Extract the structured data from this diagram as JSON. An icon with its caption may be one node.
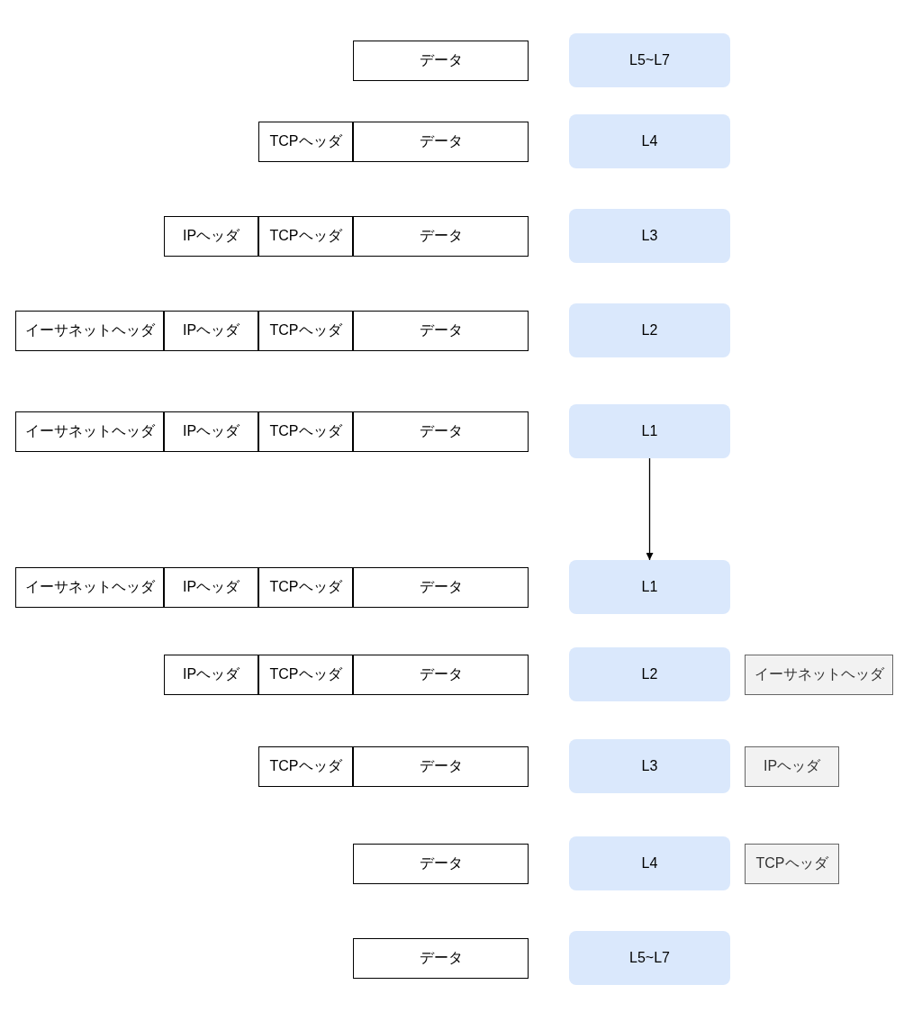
{
  "diagram": {
    "nodes": [
      {
        "text": [
          "データ"
        ]
      },
      {
        "text": [
          "L5~L7"
        ]
      },
      {
        "text": [
          "TCPヘッダ"
        ]
      },
      {
        "text": [
          "データ"
        ]
      },
      {
        "text": [
          "L4"
        ]
      },
      {
        "text": [
          "IPヘッダ"
        ]
      },
      {
        "text": [
          "TCPヘッダ"
        ]
      },
      {
        "text": [
          "データ"
        ]
      },
      {
        "text": [
          "L3"
        ]
      },
      {
        "text": [
          "イーサネットヘッダ"
        ]
      },
      {
        "text": [
          "IPヘッダ"
        ]
      },
      {
        "text": [
          "TCPヘッダ"
        ]
      },
      {
        "text": [
          "データ"
        ]
      },
      {
        "text": [
          "L2"
        ]
      },
      {
        "text": [
          "イーサネットヘッダ"
        ]
      },
      {
        "text": [
          "IPヘッダ"
        ]
      },
      {
        "text": [
          "TCPヘッダ"
        ]
      },
      {
        "text": [
          "データ"
        ]
      },
      {
        "text": [
          "L1"
        ]
      },
      {
        "text": [
          "イーサネットヘッダ"
        ]
      },
      {
        "text": [
          "IPヘッダ"
        ]
      },
      {
        "text": [
          "TCPヘッダ"
        ]
      },
      {
        "text": [
          "データ"
        ]
      },
      {
        "text": [
          "L1"
        ]
      },
      {
        "text": [
          "IPヘッダ"
        ]
      },
      {
        "text": [
          "TCPヘッダ"
        ]
      },
      {
        "text": [
          "データ"
        ]
      },
      {
        "text": [
          "L2"
        ]
      },
      {
        "text": [
          "イーサネットヘッダ"
        ]
      },
      {
        "text": [
          "TCPヘッダ"
        ]
      },
      {
        "text": [
          "データ"
        ]
      },
      {
        "text": [
          "L3"
        ]
      },
      {
        "text": [
          "IPヘッダ"
        ]
      },
      {
        "text": [
          "データ"
        ]
      },
      {
        "text": [
          "L4"
        ]
      },
      {
        "text": [
          "TCPヘッダ"
        ]
      },
      {
        "text": [
          "データ"
        ]
      },
      {
        "text": [
          "L5~L7"
        ]
      }
    ],
    "edges": [
      {
        "from": 18,
        "to": 23,
        "arrow": "to"
      }
    ]
  }
}
